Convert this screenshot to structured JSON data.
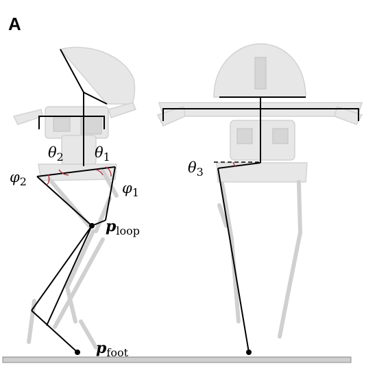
{
  "figure": {
    "panel_label": "A",
    "labels": {
      "theta2": {
        "base": "θ",
        "sub": "2"
      },
      "theta1": {
        "base": "θ",
        "sub": "1"
      },
      "phi2": {
        "base": "φ",
        "sub": "2"
      },
      "phi1": {
        "base": "φ",
        "sub": "1"
      },
      "p_loop": {
        "base": "p",
        "sub": "loop"
      },
      "p_foot": {
        "base": "p",
        "sub": "foot"
      },
      "theta3": {
        "base": "θ",
        "sub": "3"
      }
    },
    "colors": {
      "kinematic_lines": "#000000",
      "angle_arcs": "#b0303a",
      "robot_silhouette": "#e7e7e7",
      "ground": "#cfcfcf"
    }
  }
}
